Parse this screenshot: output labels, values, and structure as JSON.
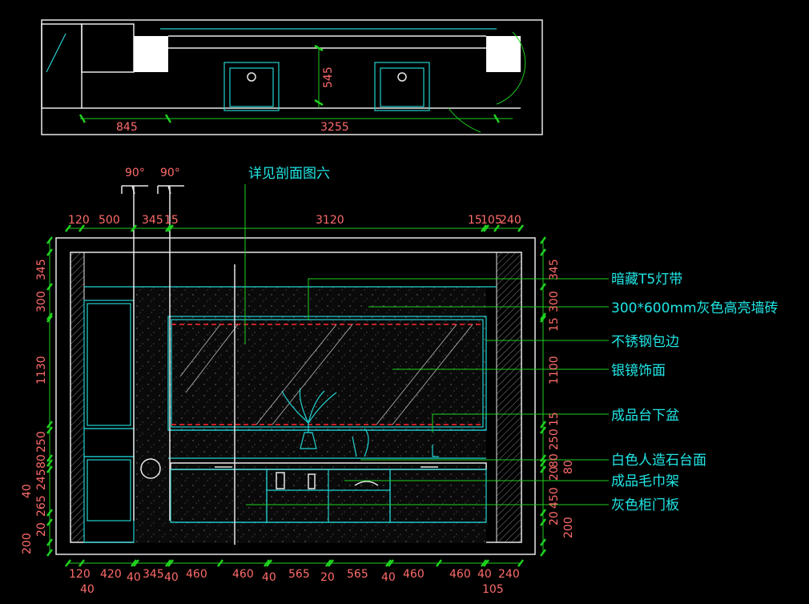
{
  "callouts": [
    "暗藏T5灯带",
    "300*600mm灰色高亮墙砖",
    "不锈钢包边",
    "银镜饰面",
    "成品台下盆",
    "白色人造石台面",
    "成品毛巾架",
    "灰色柜门板"
  ],
  "section_note": "详见剖面图六",
  "angle_labels": [
    "90°",
    "90°"
  ],
  "plan_dims": [
    "845",
    "3255",
    "545"
  ],
  "top_dims": [
    "120",
    "500",
    "345",
    "15",
    "3120",
    "15",
    "105",
    "240"
  ],
  "bottom_dims_row1": [
    "120",
    "420",
    "40",
    "345",
    "40",
    "460",
    "460",
    "40",
    "565",
    "20",
    "565",
    "40",
    "460",
    "460",
    "40",
    "240"
  ],
  "bottom_dims_row2": [
    "40",
    "105"
  ],
  "left_dims": [
    "345",
    "300",
    "1130",
    "250",
    "80",
    "245",
    "40",
    "265",
    "20",
    "200"
  ],
  "right_dims": [
    "345",
    "300",
    "15",
    "1100",
    "15",
    "250",
    "80",
    "20",
    "80",
    "450",
    "20",
    "200"
  ],
  "colors": {
    "background": "#000000",
    "dimension_text": "#ff6b6b",
    "dimension_line": "#1fd11f",
    "outline": "#22d3d3",
    "frame": "#e8e8e8",
    "hidden_line": "#ff2a2a"
  }
}
